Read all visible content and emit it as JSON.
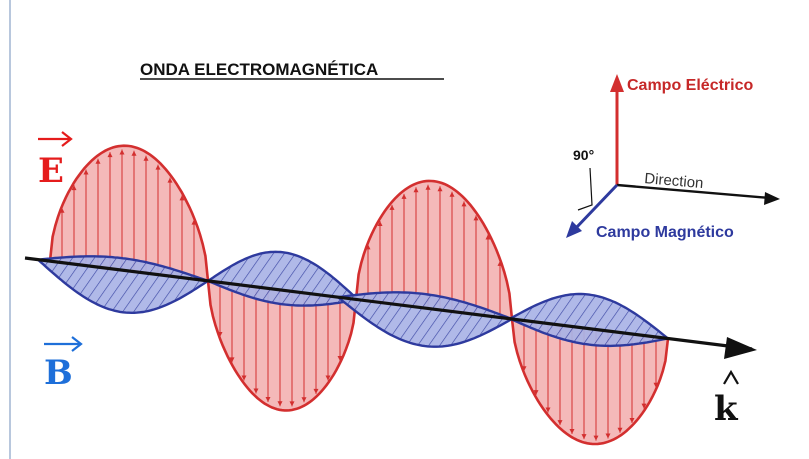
{
  "title": "ONDA ELECTROMAGNÉTICA",
  "axes_legend": {
    "electric": "Campo Eléctrico",
    "direction": "Direction",
    "magnetic": "Campo Magnético",
    "angle": "90°"
  },
  "vectors": {
    "E": "E",
    "B": "B",
    "k": "k"
  },
  "colors": {
    "electric": "#d32f2f",
    "electric_fill": "#f4b9b9",
    "magnetic": "#2e3a9e",
    "magnetic_fill": "#a9b3e6",
    "E_letter": "#e51c1c",
    "B_letter": "#1e6fd9",
    "axis": "#111111"
  }
}
